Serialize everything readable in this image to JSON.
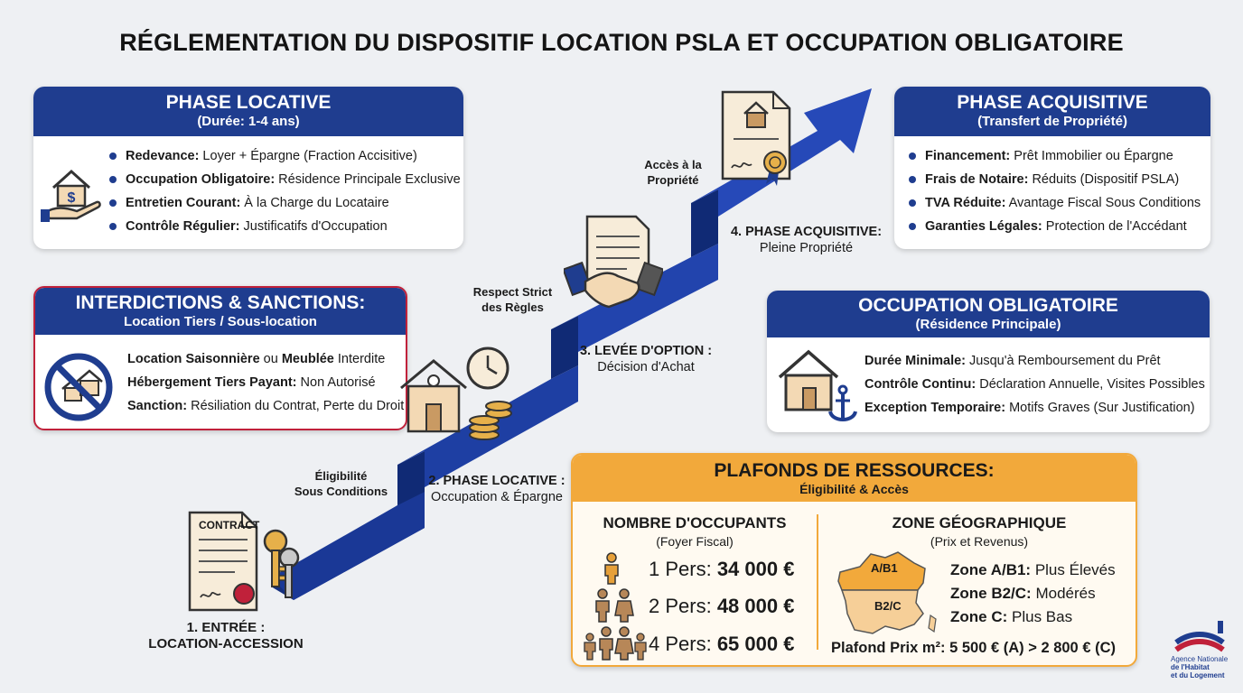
{
  "title": "RÉGLEMENTATION DU DISPOSITIF LOCATION PSLA ET OCCUPATION OBLIGATOIRE",
  "colors": {
    "navy": "#1f3d8f",
    "red": "#c0213a",
    "orange": "#f2a93b",
    "bg": "#eef0f3"
  },
  "phase_locative": {
    "title": "PHASE LOCATIVE",
    "subtitle": "(Durée: 1-4 ans)",
    "icon": "house-hand-dollar-icon",
    "items": [
      {
        "label": "Redevance:",
        "text": " Loyer + Épargne (Fraction Accisitive)"
      },
      {
        "label": "Occupation Obligatoire:",
        "text": " Résidence Principale Exclusive"
      },
      {
        "label": "Entretien Courant:",
        "text": " À la Charge du Locataire"
      },
      {
        "label": "Contrôle Régulier:",
        "text": " Justificatifs d'Occupation"
      }
    ]
  },
  "interdictions": {
    "title": "INTERDICTIONS & SANCTIONS:",
    "subtitle": "Location Tiers / Sous-location",
    "icon": "no-houses-icon",
    "lines": [
      {
        "b1": "Location Saisonnière",
        "t1": " ou ",
        "b2": "Meublée",
        "t2": " Interdite"
      },
      {
        "b1": "Hébergement Tiers Payant:",
        "t1": " Non Autorisé",
        "b2": "",
        "t2": ""
      },
      {
        "b1": "Sanction:",
        "t1": " Résiliation du Contrat, Perte du Droit",
        "b2": "",
        "t2": ""
      }
    ]
  },
  "phase_acquisitive": {
    "title": "PHASE ACQUISITIVE",
    "subtitle": "(Transfert de Propriété)",
    "items": [
      {
        "label": "Financement:",
        "text": " Prêt Immobilier ou Épargne"
      },
      {
        "label": "Frais de Notaire:",
        "text": " Réduits (Dispositif PSLA)"
      },
      {
        "label": "TVA Réduite:",
        "text": " Avantage Fiscal Sous Conditions"
      },
      {
        "label": "Garanties Légales:",
        "text": " Protection de l'Accédant"
      }
    ]
  },
  "occupation": {
    "title": "OCCUPATION OBLIGATOIRE",
    "subtitle": "(Résidence Principale)",
    "icon": "house-anchor-icon",
    "lines": [
      {
        "label": "Durée Minimale:",
        "text": " Jusqu'à Remboursement du Prêt"
      },
      {
        "label": "Contrôle Continu:",
        "text": " Déclaration Annuelle, Visites Possibles"
      },
      {
        "label": "Exception Temporaire:",
        "text": " Motifs Graves (Sur Justification)"
      }
    ]
  },
  "steps": [
    {
      "title": "1. ENTRÉE :",
      "sub": "LOCATION-ACCESSION"
    },
    {
      "title": "2. PHASE LOCATIVE :",
      "sub": "Occupation & Épargne"
    },
    {
      "title": "3. LEVÉE D'OPTION :",
      "sub": "Décision d'Achat"
    },
    {
      "title": "4. PHASE ACQUISITIVE:",
      "sub": "Pleine Propriété"
    }
  ],
  "side_labels": {
    "eligibilite": [
      "Éligibilité",
      "Sous Conditions"
    ],
    "respect": [
      "Respect Strict",
      "des Règles"
    ],
    "acces": [
      "Accès à la",
      "Propriété"
    ]
  },
  "contract_word": "CONTRACT",
  "plafonds": {
    "title": "PLAFONDS DE RESSOURCES:",
    "subtitle": "Éligibilité & Accès",
    "occupants": {
      "title": "NOMBRE D'OCCUPANTS",
      "subtitle": "(Foyer Fiscal)",
      "rows": [
        {
          "pers": "1 Pers: ",
          "amount": "34 000 €"
        },
        {
          "pers": "2 Pers: ",
          "amount": "48 000 €"
        },
        {
          "pers": "4 Pers: ",
          "amount": "65 000 €"
        }
      ]
    },
    "zone": {
      "title": "ZONE GÉOGRAPHIQUE",
      "subtitle": "(Prix et Revenus)",
      "map_labels": [
        "A/B1",
        "B2/C"
      ],
      "rows": [
        {
          "label": "Zone A/B1:",
          "text": " Plus Élevés"
        },
        {
          "label": "Zone B2/C:",
          "text": " Modérés"
        },
        {
          "label": "Zone C:",
          "text": " Plus Bas"
        }
      ],
      "plafond_label": "Plafond Prix m²:",
      "plafond_text": " 5 500 € (A) > 2 800 € (C)"
    }
  },
  "logo": {
    "lines": [
      "Agence Nationale",
      "de l'Habitat",
      "et du Logement"
    ]
  }
}
